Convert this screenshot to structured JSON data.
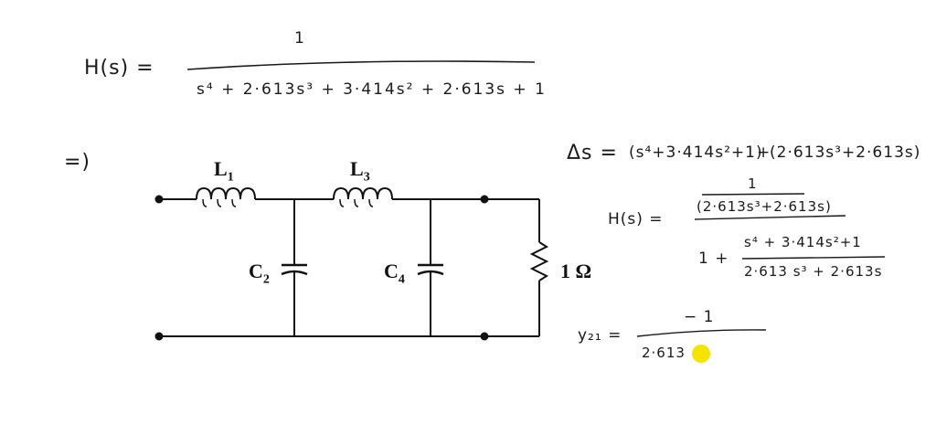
{
  "equation_top": {
    "lhs": "H(s) =",
    "numerator": "1",
    "denominator": "s⁴ + 2·613s³ + 3·414s² + 2·613s + 1"
  },
  "implies": "=)",
  "circuit": {
    "L1": "L",
    "L1_sub": "1",
    "L3": "L",
    "L3_sub": "3",
    "C2": "C",
    "C2_sub": "2",
    "C4": "C",
    "C4_sub": "4",
    "R": "1 Ω"
  },
  "delta": {
    "lhs": "Δs =",
    "term1": "(s⁴+3·414s²+1)",
    "plus": "+",
    "term2": "(2·613s³+2·613s)"
  },
  "h2": {
    "lhs": "H(s) =",
    "numerator": "1",
    "inner_den": "(2·613s³+2·613s)",
    "one_plus": "1 +",
    "frac_num": "s⁴ + 3·414s²+1",
    "frac_den": "2·613 s³ + 2·613s"
  },
  "y21": {
    "lhs": "y₂₁ =",
    "numerator": "− 1",
    "denominator": "2·613"
  },
  "colors": {
    "ink": "#1a1a1a",
    "cursor": "#f5e400"
  }
}
